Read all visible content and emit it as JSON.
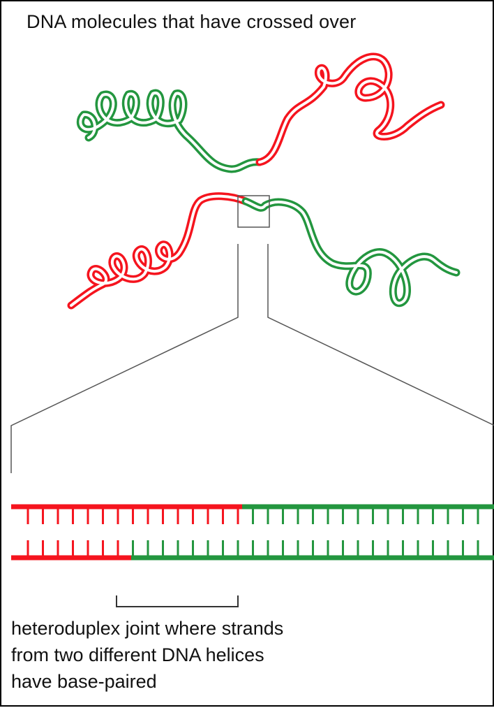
{
  "title": "DNA molecules that have crossed over",
  "caption": {
    "lines": [
      "heteroduplex joint where strands",
      "from two different DNA helices",
      "have base-paired"
    ]
  },
  "colors": {
    "strand_red": "#f5141e",
    "strand_green": "#23963f",
    "outline": "#555555",
    "background": "#ffffff"
  },
  "heteroduplex": {
    "top_strand": [
      "red",
      "green"
    ],
    "bottom_strand": [
      "red",
      "green"
    ],
    "red_fraction_top": 0.48,
    "red_fraction_bottom": 0.25
  }
}
